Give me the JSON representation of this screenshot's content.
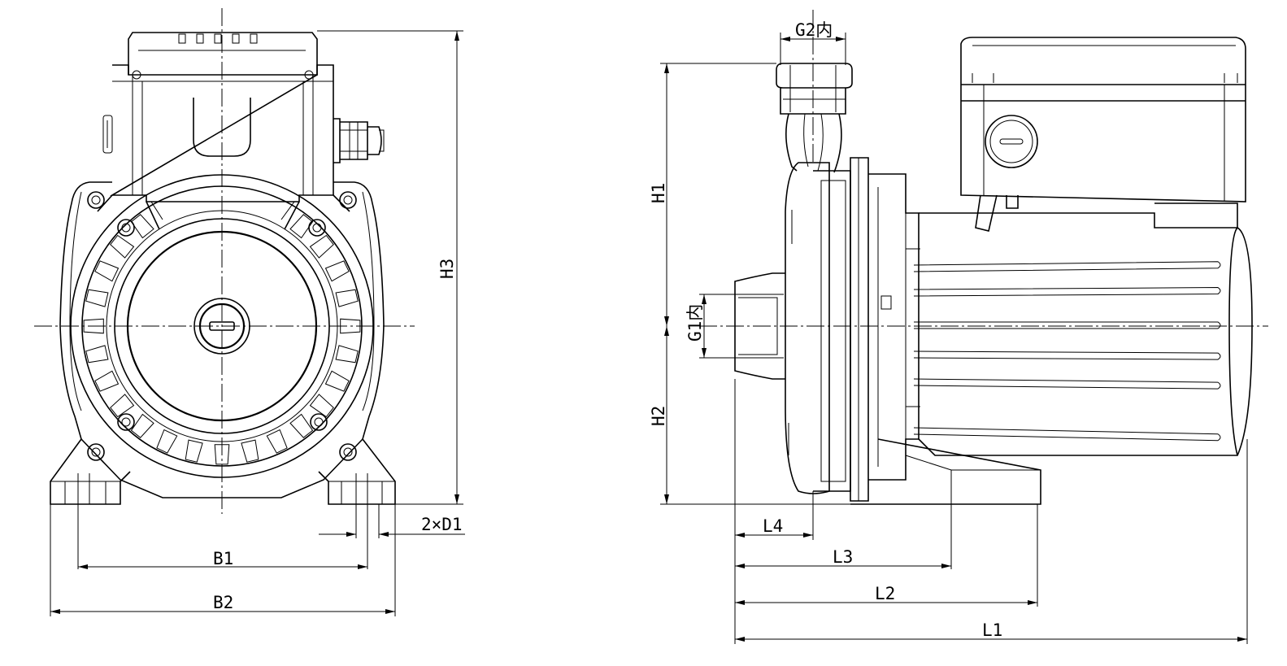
{
  "labels": {
    "b1": "B1",
    "b2": "B2",
    "h3": "H3",
    "d1": "2×D1",
    "g2": "G2内",
    "g1": "G1内",
    "h1": "H1",
    "h2": "H2",
    "l1": "L1",
    "l2": "L2",
    "l3": "L3",
    "l4": "L4"
  }
}
